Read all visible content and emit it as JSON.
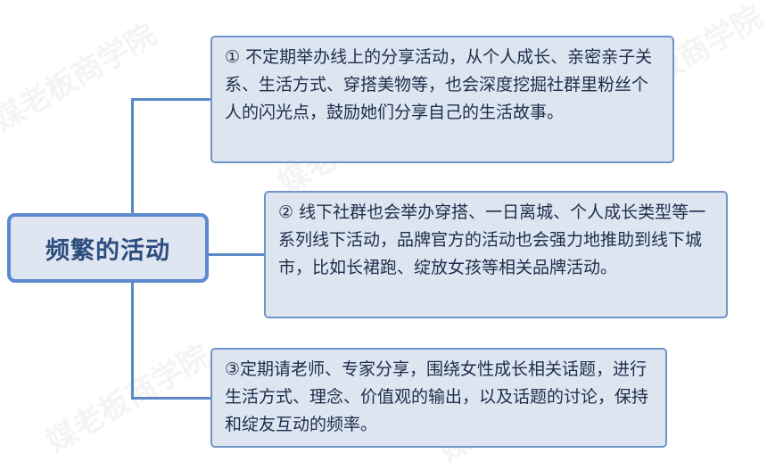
{
  "watermark": "媒老板商学院",
  "central_topic": {
    "label": "频繁的活动"
  },
  "topics": [
    {
      "label": "① 不定期举办线上的分享活动，从个人成长、亲密亲子关系、生活方式、穿搭美物等，也会深度挖掘社群里粉丝个人的闪光点，鼓励她们分享自己的生活故事。"
    },
    {
      "label": "② 线下社群也会举办穿搭、一日离城、个人成长类型等一系列线下活动，品牌官方的活动也会强力地推助到线下城市，比如长裙跑、绽放女孩等相关品牌活动。"
    },
    {
      "label": "③定期请老师、专家分享，围绕女性成长相关话题，进行生活方式、理念、价值观的输出，以及话题的讨论，保持和绽友互动的频率。"
    }
  ],
  "colors": {
    "line": "#5b87c5",
    "central_border": "#5a8ccd",
    "central_fill": "#dfe6f2",
    "topic_fill": "#dde5f1",
    "text": "#1d2e4a"
  }
}
